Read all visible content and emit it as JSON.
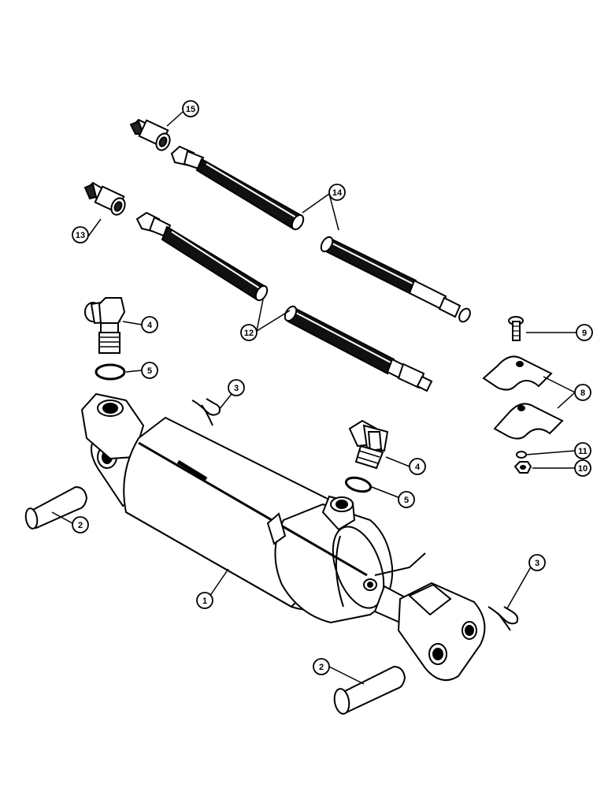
{
  "diagram": {
    "callouts": [
      {
        "id": "c15",
        "label": "15"
      },
      {
        "id": "c13",
        "label": "13"
      },
      {
        "id": "c14",
        "label": "14"
      },
      {
        "id": "c12",
        "label": "12"
      },
      {
        "id": "c4a",
        "label": "4"
      },
      {
        "id": "c5a",
        "label": "5"
      },
      {
        "id": "c9",
        "label": "9"
      },
      {
        "id": "c3a",
        "label": "3"
      },
      {
        "id": "c8",
        "label": "8"
      },
      {
        "id": "c4b",
        "label": "4"
      },
      {
        "id": "c11",
        "label": "11"
      },
      {
        "id": "c5b",
        "label": "5"
      },
      {
        "id": "c10",
        "label": "10"
      },
      {
        "id": "c2a",
        "label": "2"
      },
      {
        "id": "c1",
        "label": "1"
      },
      {
        "id": "c3b",
        "label": "3"
      },
      {
        "id": "c2b",
        "label": "2"
      }
    ]
  }
}
